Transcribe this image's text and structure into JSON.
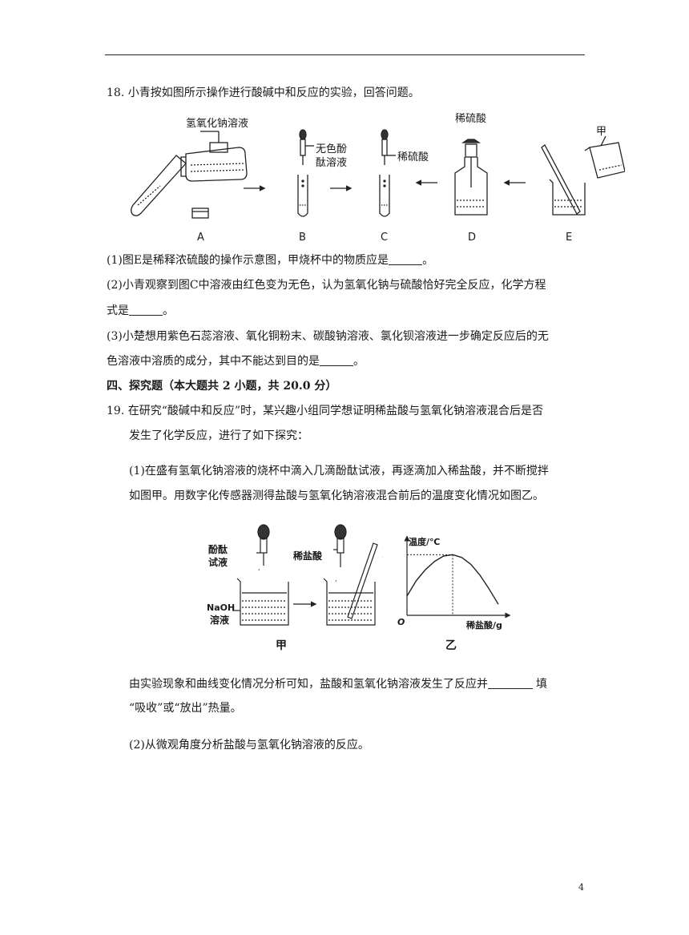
{
  "q18": {
    "stem": "18. 小青按如图所示操作进行酸碱中和反应的实验，回答问题。",
    "fig": {
      "label_naoh": "氢氧化钠溶液",
      "label_phenol_1": "无色酚",
      "label_phenol_2": "酞溶液",
      "label_acid_c": "稀硫酸",
      "label_acid_d": "稀硫酸",
      "label_jia": "甲",
      "letters": [
        "A",
        "B",
        "C",
        "D",
        "E"
      ]
    },
    "p1": "(1)图E是稀释浓硫酸的操作示意图，甲烧杯中的物质应是",
    "p1_end": "。",
    "p2_a": "(2)小青观察到图C中溶液由红色变为无色，认为氢氧化钠与硫酸恰好完全反应，化学方程",
    "p2_b": "式是",
    "p2_end": "。",
    "p3_a": "(3)小楚想用紫色石蕊溶液、氧化铜粉末、碳酸钠溶液、氯化钡溶液进一步确定反应后的无",
    "p3_b": "色溶液中溶质的成分，其中不能达到目的是",
    "p3_end": "。"
  },
  "section4": {
    "heading": "四、探究题（本大题共 2 小题，共 20.0 分）"
  },
  "q19": {
    "stem_a": "19.  在研究“酸碱中和反应”时，某兴趣小组同学想证明稀盐酸与氢氧化钠溶液混合后是否",
    "stem_b": "发生了化学反应，进行了如下探究：",
    "p1_a": "(1)在盛有氢氧化钠溶液的烧杯中滴入几滴酚酞试液，再逐滴加入稀盐酸，并不断搅拌",
    "p1_b": "如图甲。用数字化传感器测得盐酸与氢氧化钠溶液混合前后的温度变化情况如图乙。",
    "fig": {
      "label_phenol_1": "酚酞",
      "label_phenol_2": "试液",
      "label_hcl": "稀盐酸",
      "label_naoh_1": "NaOH",
      "label_naoh_2": "溶液",
      "caption_jia": "甲",
      "caption_yi": "乙"
    },
    "conclusion_a": "由实验现象和曲线变化情况分析可知，盐酸和氢氧化钠溶液发生了反应并",
    "conclusion_a_end": "填",
    "conclusion_b": "“吸收”或“放出”热量。",
    "p2": "(2)从微观角度分析盐酸与氢氧化钠溶液的反应。"
  },
  "chart_data": {
    "type": "line",
    "ylabel": "温度/℃",
    "xlabel": "稀盐酸/g",
    "origin_label": "O",
    "x": [
      0,
      1,
      2,
      3,
      4,
      5,
      6,
      7,
      8,
      9,
      10
    ],
    "y": [
      0.28,
      0.5,
      0.66,
      0.78,
      0.86,
      0.88,
      0.84,
      0.74,
      0.58,
      0.38,
      0.16
    ],
    "xlim": [
      0,
      10
    ],
    "ylim": [
      0,
      1
    ],
    "peak_x": 5,
    "grid": false
  },
  "page_number": "4"
}
